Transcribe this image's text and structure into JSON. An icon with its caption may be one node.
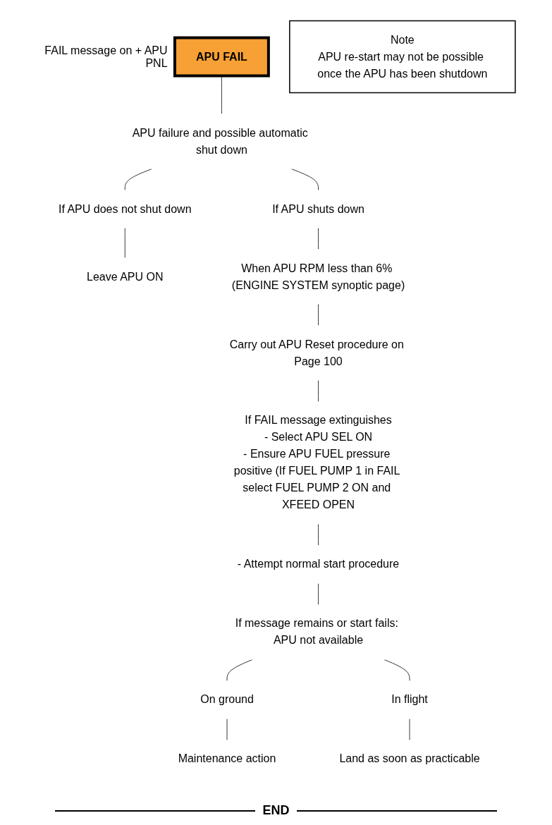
{
  "diagram": {
    "nodes": [
      {
        "text": [
          "APU FAIL"
        ],
        "beside": [
          "FAIL message on + APU PNL"
        ]
      },
      {
        "text": [
          "APU failure and possible automatic shut down"
        ]
      },
      {
        "text": [
          "If APU does not shut down"
        ]
      },
      {
        "text": [
          "Leave APU ON"
        ]
      },
      {
        "text": [
          "Note",
          "APU re-start may not be possible once the APU has been shutdown"
        ]
      },
      {
        "text": [
          "If APU shuts down"
        ]
      },
      {
        "text": [
          "When APU RPM less than 6% (ENGINE SYSTEM synoptic page)"
        ]
      },
      {
        "text": [
          "Carry out APU Reset procedure on Page 100"
        ]
      },
      {
        "text": [
          "If FAIL message extinguishes",
          "- Select APU SEL ON",
          "- Ensure APU FUEL pressure positive (If FUEL PUMP 1 in FAIL select FUEL PUMP 2 ON and XFEED OPEN"
        ]
      },
      {
        "text": [
          "- Attempt normal start procedure"
        ]
      },
      {
        "text": [
          "If message remains or start fails: APU not available"
        ]
      },
      {
        "text": [
          "On ground"
        ]
      },
      {
        "text": [
          "In flight"
        ]
      },
      {
        "text": [
          "Maintenance action"
        ]
      },
      {
        "text": [
          "Land as soon as practicable"
        ]
      }
    ],
    "edges": [
      {
        "from": 0,
        "to": 1,
        "arrow": "none"
      },
      {
        "from": 1,
        "to": 2,
        "arrow": "none"
      },
      {
        "from": 1,
        "to": 5,
        "arrow": "none"
      },
      {
        "from": 2,
        "to": 3,
        "arrow": "none"
      },
      {
        "from": 5,
        "to": 6,
        "arrow": "none"
      },
      {
        "from": 6,
        "to": 7,
        "arrow": "none"
      },
      {
        "from": 7,
        "to": 8,
        "arrow": "none"
      },
      {
        "from": 8,
        "to": 9,
        "arrow": "none"
      },
      {
        "from": 9,
        "to": 10,
        "arrow": "none"
      },
      {
        "from": 10,
        "to": 11,
        "arrow": "none"
      },
      {
        "from": 10,
        "to": 12,
        "arrow": "none"
      },
      {
        "from": 11,
        "to": 13,
        "arrow": "none"
      },
      {
        "from": 12,
        "to": 14,
        "arrow": "none"
      }
    ],
    "labels": [
      "END"
    ]
  }
}
